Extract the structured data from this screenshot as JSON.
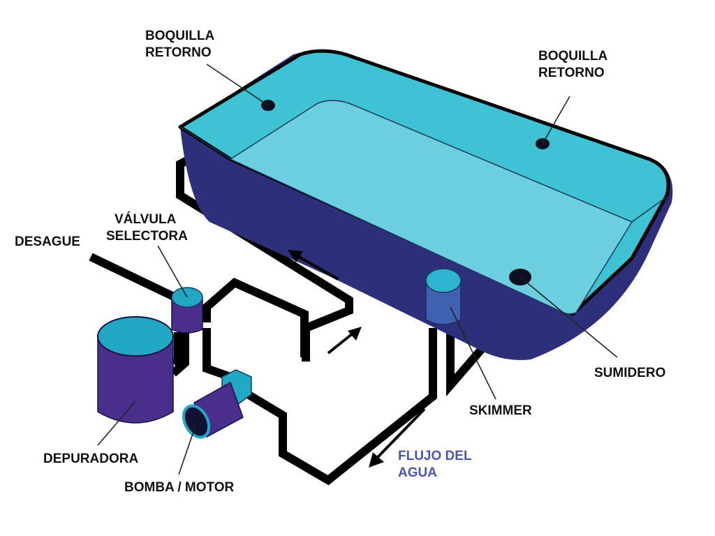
{
  "labels": {
    "boquilla_left_l1": "BOQUILLA",
    "boquilla_left_l2": "RETORNO",
    "boquilla_right_l1": "BOQUILLA",
    "boquilla_right_l2": "RETORNO",
    "valvula_l1": "VÁLVULA",
    "valvula_l2": "SELECTORA",
    "desague": "DESAGUE",
    "sumidero": "SUMIDERO",
    "skimmer": "SKIMMER",
    "depuradora": "DEPURADORA",
    "bomba": "BOMBA / MOTOR",
    "flujo_l1": "FLUJO DEL",
    "flujo_l2": "AGUA"
  },
  "colors": {
    "pool_wall": "#2e2f7a",
    "pool_rim": "#3fc2d3",
    "pool_water": "#6ccfdf",
    "filter_body": "#4a2e8c",
    "filter_top": "#22a8c4",
    "skimmer": "#3f62b0",
    "flow_label": "#4a55b0",
    "pipe": "#000000"
  }
}
